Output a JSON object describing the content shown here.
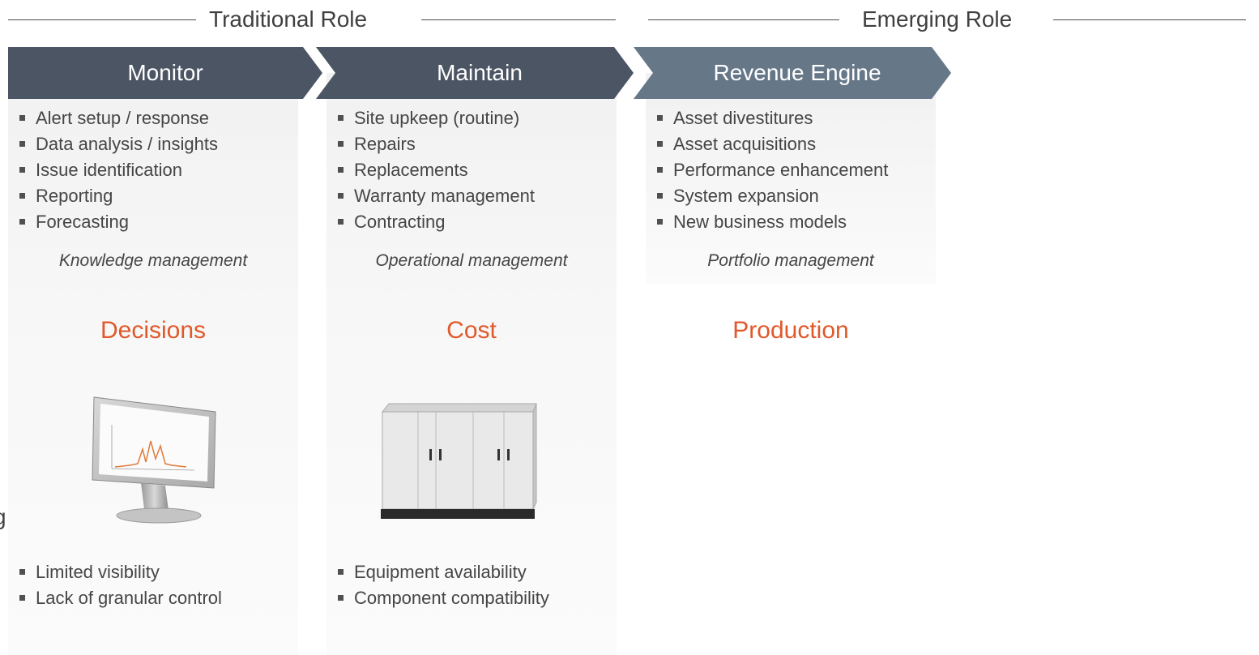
{
  "sections": {
    "traditional": "Traditional Role",
    "emerging": "Emerging Role"
  },
  "columns": [
    {
      "header": "Monitor",
      "items": [
        "Alert setup / response",
        "Data analysis / insights",
        "Issue identification",
        "Reporting",
        "Forecasting"
      ],
      "caption": "Knowledge management",
      "outcome": "Decisions",
      "image": "monitor-icon",
      "challenges": [
        "Limited visibility",
        "Lack of granular control"
      ]
    },
    {
      "header": "Maintain",
      "items": [
        "Site upkeep (routine)",
        "Repairs",
        "Replacements",
        "Warranty management",
        "Contracting"
      ],
      "caption": "Operational management",
      "outcome": "Cost",
      "image": "inverter-cabinet-icon",
      "challenges": [
        "Equipment availability",
        "Component compatibility"
      ]
    },
    {
      "header": "Revenue Engine",
      "items": [
        "Asset divestitures",
        "Asset acquisitions",
        "Performance enhancement",
        "System expansion",
        "New business models"
      ],
      "caption": "Portfolio management",
      "outcome": "Production"
    }
  ],
  "stray_text": "g",
  "colors": {
    "chevron_dark": "#4b5563",
    "chevron_light": "#667788",
    "accent_orange": "#e0592a"
  }
}
